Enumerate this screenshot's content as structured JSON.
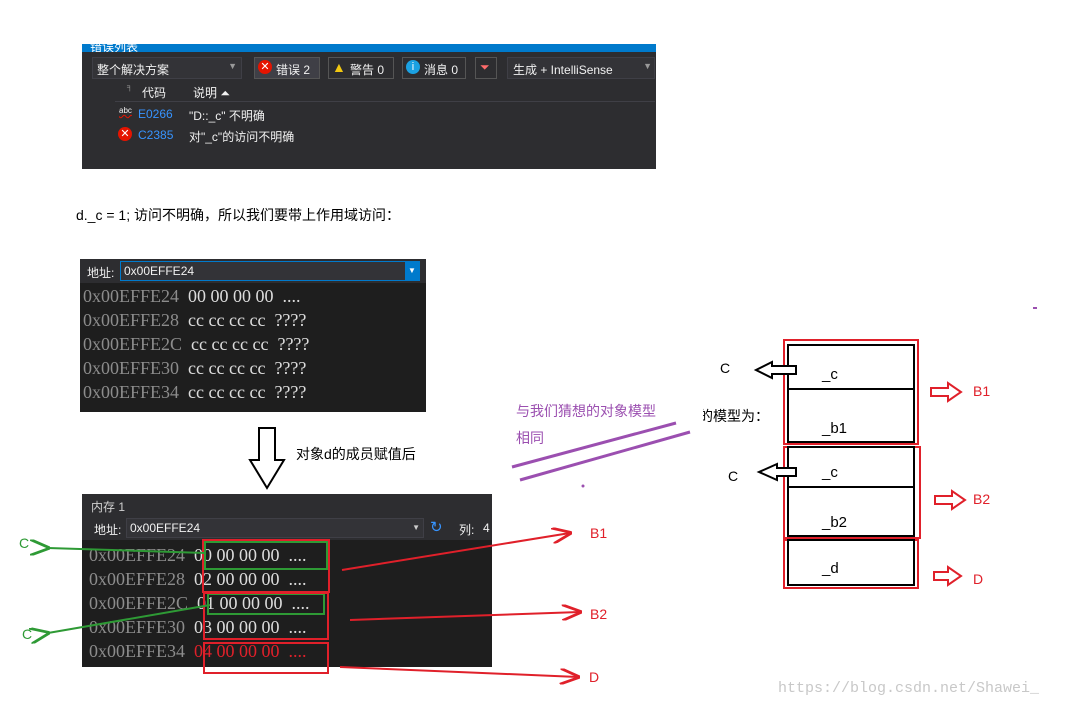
{
  "error_list": {
    "title": "错误列表",
    "scope_dropdown": "整个解决方案",
    "errors_button": "错误 2",
    "warnings_button": "警告 0",
    "messages_button": "消息 0",
    "build_dropdown": "生成 + IntelliSense",
    "columns": {
      "code": "代码",
      "description": "说明 ⏶"
    },
    "rows": [
      {
        "icon": "abc",
        "code": "E0266",
        "text": "\"D::_c\" 不明确"
      },
      {
        "icon": "error-icon",
        "code": "C2385",
        "text": "对\"_c\"的访问不明确"
      }
    ]
  },
  "statement": "d._c = 1; 访问不明确，所以我们要带上作用域访问：",
  "memory_before": {
    "address_label": "地址:",
    "address_value": "0x00EFFE24",
    "lines": [
      {
        "addr": "0x00EFFE24",
        "bytes": "00 00 00 00",
        "ascii": "...."
      },
      {
        "addr": "0x00EFFE28",
        "bytes": "cc cc cc cc",
        "ascii": "????"
      },
      {
        "addr": "0x00EFFE2C",
        "bytes": "cc cc cc cc",
        "ascii": "????"
      },
      {
        "addr": "0x00EFFE30",
        "bytes": "cc cc cc cc",
        "ascii": "????"
      },
      {
        "addr": "0x00EFFE34",
        "bytes": "cc cc cc cc",
        "ascii": "????"
      }
    ]
  },
  "arrow_caption": "对象d的成员赋值后",
  "memory_after": {
    "title": "内存 1",
    "address_label": "地址:",
    "address_value": "0x00EFFE24",
    "column_label": "列:",
    "column_value": "4",
    "lines": [
      {
        "addr": "0x00EFFE24",
        "bytes": "00 00 00 00",
        "ascii": "...."
      },
      {
        "addr": "0x00EFFE28",
        "bytes": "02 00 00 00",
        "ascii": "...."
      },
      {
        "addr": "0x00EFFE2C",
        "bytes": "01 00 00 00",
        "ascii": "...."
      },
      {
        "addr": "0x00EFFE30",
        "bytes": "03 00 00 00",
        "ascii": "...."
      },
      {
        "addr": "0x00EFFE34",
        "bytes": "04 00 00 00",
        "ascii": "...."
      }
    ]
  },
  "annotations": {
    "c": "C",
    "b1": "B1",
    "b2": "B2",
    "d": "D",
    "purple_note_1": "与我们猜想的对象模型",
    "purple_note_2": "相同",
    "model_label": "的模型为："
  },
  "model": {
    "cells": [
      "_c",
      "_b1",
      "_c",
      "_b2",
      "_d"
    ]
  },
  "watermark": "https://blog.csdn.net/Shawei_"
}
